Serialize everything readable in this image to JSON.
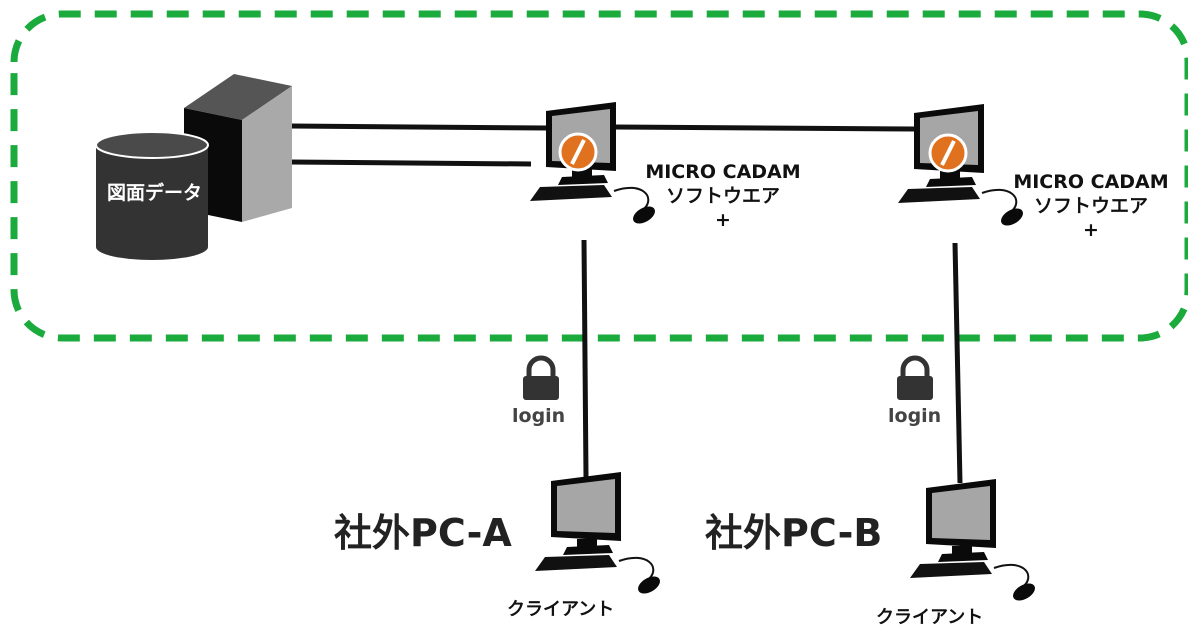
{
  "colors": {
    "zone_border": "#1bab3c",
    "line": "#111111",
    "server_front": "#0a0a0a",
    "server_side": "#a9a9a9",
    "db_body": "#333333",
    "monitor_screen": "#a6a6a6",
    "logo": "#e0721f",
    "lock": "#333333"
  },
  "icons": {
    "server": "server-tower-icon",
    "database": "database-cylinder-icon",
    "workstation": "desktop-computer-icon",
    "logo": "micro-cadam-logo-icon",
    "lock": "padlock-icon"
  },
  "database": {
    "label": "図面データ"
  },
  "workstations": [
    {
      "software_line1": "MICRO CADAM",
      "software_line2": "ソフトウエア",
      "plus": "+"
    },
    {
      "software_line1": "MICRO CADAM",
      "software_line2": "ソフトウエア",
      "plus": "+"
    }
  ],
  "remote_clients": [
    {
      "pc_label": "社外PC-A",
      "login_label": "login",
      "client_label": "クライアント"
    },
    {
      "pc_label": "社外PC-B",
      "login_label": "login",
      "client_label": "クライアント"
    }
  ]
}
